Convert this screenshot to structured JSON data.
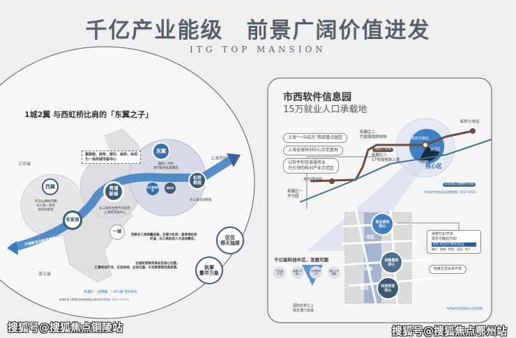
{
  "header": {
    "title": "千亿产业能级　前景广阔价值进发",
    "subtitle": "ITG TOP MANSION"
  },
  "left": {
    "heading": "1城2翼 与西虹桥比肩的「东翼之子」",
    "province_js": "江苏省",
    "province_zj": "浙江省",
    "shanghai": "上海市区",
    "callout": "集购物、商务、娱乐、商务、休闲\n为一体的城市副中心",
    "nodes": {
      "dongyi": "东翼",
      "xiyi": "西翼",
      "qingpu": "青浦\n新城",
      "zhujiajiao": "朱家角",
      "hongqiao": "虹桥\n枢纽",
      "yicheng": "一城",
      "small1": "长三角商务区",
      "small2": "西虹桥"
    },
    "captions": {
      "dongyi": "国际一流的\n现代服务业集聚区",
      "xiyi": "环淀山湖经济圈\n长三角一体化\n协同创新区",
      "qingpu": "长三角综合性节点城市\n上海城市副中心",
      "hongqiao": "长三角流动枢纽",
      "arrow": "沪湖复合功能发展带"
    },
    "badges": [
      {
        "label": "区位\n得天独厚",
        "desc": "西联长三角两翼发展，东接大虹桥，南承接虹桥\n外溢，长三角科创人才流动需求。"
      },
      {
        "label": "执掌\n繁华万象",
        "desc": "位居虹桥商务商业区核心位置。\n汇聚科创产业、生态休闲、立体交通、文化教育等优质资源。"
      }
    ],
    "footnote": "青浦区“一城两翼、一带三廊”空间布局",
    "source": "数据来源《青浦区总体规划暨土地利用总体规划（2017-2035）》"
  },
  "right": {
    "heading": "市西软件信息园",
    "subheading": "15万就业人口承载地",
    "features": [
      "上海“一中四方”西部重点园区",
      "上海全球科创中心示范基地",
      "以软件和信息服务业\n为引领的科创产业示范区"
    ],
    "labels": {
      "zone2": "拓展区二\n竹盈路南侧地块",
      "zone3": "拓展区三\n17号线地铁上盖",
      "zone1": "拓展区一\n华为园",
      "line17": "地铁17号线",
      "station_east": "东方绿洲站",
      "station_hq": "虹桥火车站",
      "station_mid": "嘉松中路站",
      "xujing": "徐泾区",
      "core": "核心区",
      "g50": "G50长三角数字干线",
      "plan": "市西软件信息园全域规划图（2017-2025）"
    },
    "cores": [
      "商业商务\n核心",
      "创新服务\n核心",
      "科技研发\n核心"
    ],
    "districts": [
      "北区",
      "中部",
      "南区"
    ],
    "tod": {
      "l1": "纳舍TOD开发",
      "l2": "嘉松中路站TOD",
      "highlight": "约5.4万m²滨水商业",
      "l3": "餐饮、购物、影院、运动、亲子..."
    },
    "eco": "纳舍生态水系开发",
    "chips_title": "千亿级科创中芯，发展可期",
    "chips": [
      "千亿级\n产业",
      "高素人才\n涌入",
      "住房需求\n上升",
      "商业人气\n递增"
    ],
    "funnel_text": "国际虹桥之上\n悦见潜力未来",
    "footer": "市西软件信息园核心区规划图"
  },
  "watermarks": [
    "搜狐号@搜狐焦点铜陵站",
    "搜狐号@搜狐焦点鄂州站"
  ],
  "colors": {
    "accent": "#2f6fae",
    "dark": "#3d5a73",
    "line": "#6b4a3f"
  }
}
